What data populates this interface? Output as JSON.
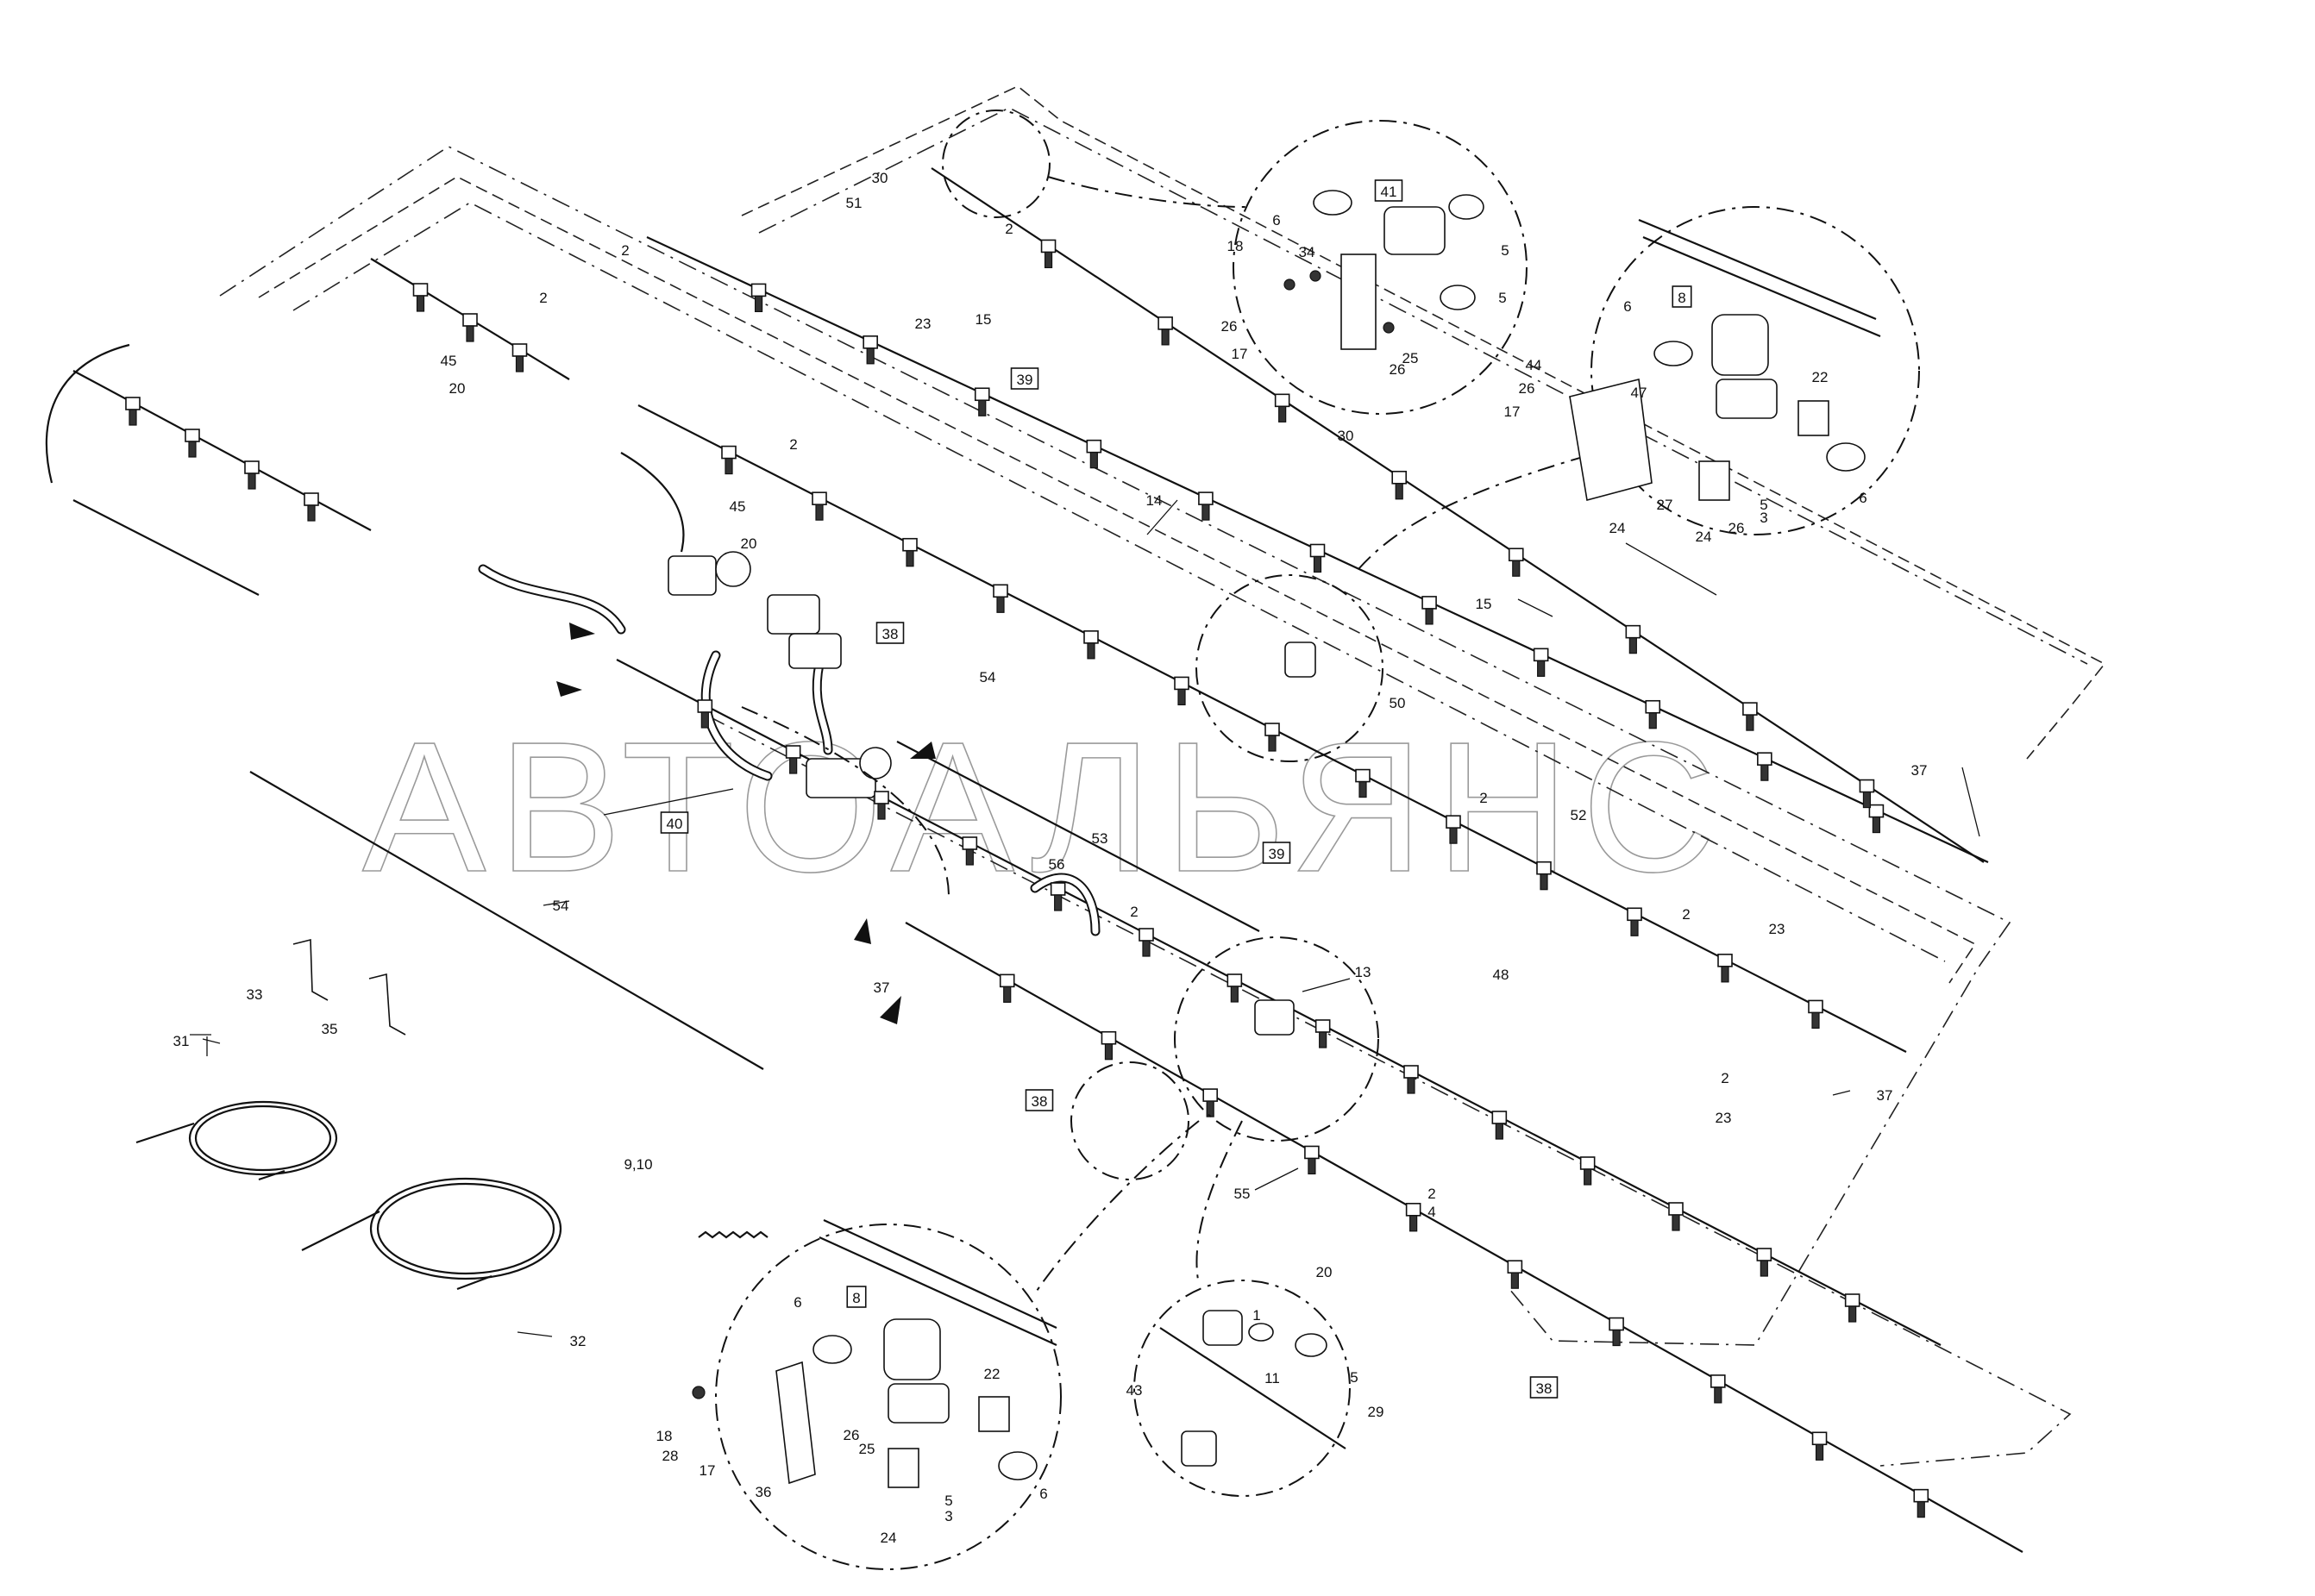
{
  "watermark": "АВТОАЛЬЯНС",
  "labels": [
    {
      "id": "l-2-a",
      "text": "2",
      "boxed": false
    },
    {
      "id": "l-45-a",
      "text": "45",
      "boxed": false
    },
    {
      "id": "l-20-a",
      "text": "20",
      "boxed": false
    },
    {
      "id": "l-2-b",
      "text": "2",
      "boxed": false
    },
    {
      "id": "l-30-a",
      "text": "30",
      "boxed": false
    },
    {
      "id": "l-51",
      "text": "51",
      "boxed": false
    },
    {
      "id": "l-2-c",
      "text": "2",
      "boxed": false
    },
    {
      "id": "l-23-a",
      "text": "23",
      "boxed": false
    },
    {
      "id": "l-15-a",
      "text": "15",
      "boxed": false
    },
    {
      "id": "l-39-a",
      "text": "39",
      "boxed": true
    },
    {
      "id": "l-30-b",
      "text": "30",
      "boxed": false
    },
    {
      "id": "l-2-d",
      "text": "2",
      "boxed": false
    },
    {
      "id": "l-45-b",
      "text": "45",
      "boxed": false
    },
    {
      "id": "l-20-b",
      "text": "20",
      "boxed": false
    },
    {
      "id": "l-14",
      "text": "14",
      "boxed": false
    },
    {
      "id": "l-15-b",
      "text": "15",
      "boxed": false
    },
    {
      "id": "l-38-a",
      "text": "38",
      "boxed": true
    },
    {
      "id": "l-54-a",
      "text": "54",
      "boxed": false
    },
    {
      "id": "l-50",
      "text": "50",
      "boxed": false
    },
    {
      "id": "l-40",
      "text": "40",
      "boxed": true
    },
    {
      "id": "l-53",
      "text": "53",
      "boxed": false
    },
    {
      "id": "l-56",
      "text": "56",
      "boxed": false
    },
    {
      "id": "l-39-b",
      "text": "39",
      "boxed": true
    },
    {
      "id": "l-2-e",
      "text": "2",
      "boxed": false
    },
    {
      "id": "l-52",
      "text": "52",
      "boxed": false
    },
    {
      "id": "l-37-a",
      "text": "37",
      "boxed": false
    },
    {
      "id": "l-2-f",
      "text": "2",
      "boxed": false
    },
    {
      "id": "l-23-b",
      "text": "23",
      "boxed": false
    },
    {
      "id": "l-54-b",
      "text": "54",
      "boxed": false
    },
    {
      "id": "l-37-b",
      "text": "37",
      "boxed": false
    },
    {
      "id": "l-2-g",
      "text": "2",
      "boxed": false
    },
    {
      "id": "l-13",
      "text": "13",
      "boxed": false
    },
    {
      "id": "l-48",
      "text": "48",
      "boxed": false
    },
    {
      "id": "l-2-h",
      "text": "2",
      "boxed": false
    },
    {
      "id": "l-23-c",
      "text": "23",
      "boxed": false
    },
    {
      "id": "l-37-c",
      "text": "37",
      "boxed": false
    },
    {
      "id": "l-33",
      "text": "33",
      "boxed": false
    },
    {
      "id": "l-35",
      "text": "35",
      "boxed": false
    },
    {
      "id": "l-31",
      "text": "31",
      "boxed": false
    },
    {
      "id": "l-38-b",
      "text": "38",
      "boxed": true
    },
    {
      "id": "l-55",
      "text": "55",
      "boxed": false
    },
    {
      "id": "l-2-i",
      "text": "2",
      "boxed": false
    },
    {
      "id": "l-4",
      "text": "4",
      "boxed": false
    },
    {
      "id": "l-20-c",
      "text": "20",
      "boxed": false
    },
    {
      "id": "l-910",
      "text": "9,10",
      "boxed": false
    },
    {
      "id": "l-32",
      "text": "32",
      "boxed": false
    },
    {
      "id": "l-38-c",
      "text": "38",
      "boxed": true
    },
    {
      "id": "d1-41",
      "text": "41",
      "boxed": true
    },
    {
      "id": "d1-6",
      "text": "6",
      "boxed": false
    },
    {
      "id": "d1-5a",
      "text": "5",
      "boxed": false
    },
    {
      "id": "d1-18",
      "text": "18",
      "boxed": false
    },
    {
      "id": "d1-34",
      "text": "34",
      "boxed": false
    },
    {
      "id": "d1-5b",
      "text": "5",
      "boxed": false
    },
    {
      "id": "d1-26a",
      "text": "26",
      "boxed": false
    },
    {
      "id": "d1-17",
      "text": "17",
      "boxed": false
    },
    {
      "id": "d1-25",
      "text": "25",
      "boxed": false
    },
    {
      "id": "d1-26b",
      "text": "26",
      "boxed": false
    },
    {
      "id": "d2-8",
      "text": "8",
      "boxed": true
    },
    {
      "id": "d2-6a",
      "text": "6",
      "boxed": false
    },
    {
      "id": "d2-22",
      "text": "22",
      "boxed": false
    },
    {
      "id": "d2-44",
      "text": "44",
      "boxed": false
    },
    {
      "id": "d2-26a",
      "text": "26",
      "boxed": false
    },
    {
      "id": "d2-47",
      "text": "47",
      "boxed": false
    },
    {
      "id": "d2-17",
      "text": "17",
      "boxed": false
    },
    {
      "id": "d2-27",
      "text": "27",
      "boxed": false
    },
    {
      "id": "d2-5",
      "text": "5",
      "boxed": false
    },
    {
      "id": "d2-3",
      "text": "3",
      "boxed": false
    },
    {
      "id": "d2-6b",
      "text": "6",
      "boxed": false
    },
    {
      "id": "d2-24",
      "text": "24",
      "boxed": false
    },
    {
      "id": "d2-24b",
      "text": "24",
      "boxed": false
    },
    {
      "id": "d2-26b",
      "text": "26",
      "boxed": false
    },
    {
      "id": "d3-8",
      "text": "8",
      "boxed": true
    },
    {
      "id": "d3-6a",
      "text": "6",
      "boxed": false
    },
    {
      "id": "d3-22",
      "text": "22",
      "boxed": false
    },
    {
      "id": "d3-18",
      "text": "18",
      "boxed": false
    },
    {
      "id": "d3-28",
      "text": "28",
      "boxed": false
    },
    {
      "id": "d3-17",
      "text": "17",
      "boxed": false
    },
    {
      "id": "d3-26",
      "text": "26",
      "boxed": false
    },
    {
      "id": "d3-25",
      "text": "25",
      "boxed": false
    },
    {
      "id": "d3-36",
      "text": "36",
      "boxed": false
    },
    {
      "id": "d3-5",
      "text": "5",
      "boxed": false
    },
    {
      "id": "d3-3",
      "text": "3",
      "boxed": false
    },
    {
      "id": "d3-6b",
      "text": "6",
      "boxed": false
    },
    {
      "id": "d3-24",
      "text": "24",
      "boxed": false
    },
    {
      "id": "d4-1",
      "text": "1",
      "boxed": false
    },
    {
      "id": "d4-5",
      "text": "5",
      "boxed": false
    },
    {
      "id": "d4-11",
      "text": "11",
      "boxed": false
    },
    {
      "id": "d4-43",
      "text": "43",
      "boxed": false
    },
    {
      "id": "d4-29",
      "text": "29",
      "boxed": false
    }
  ]
}
